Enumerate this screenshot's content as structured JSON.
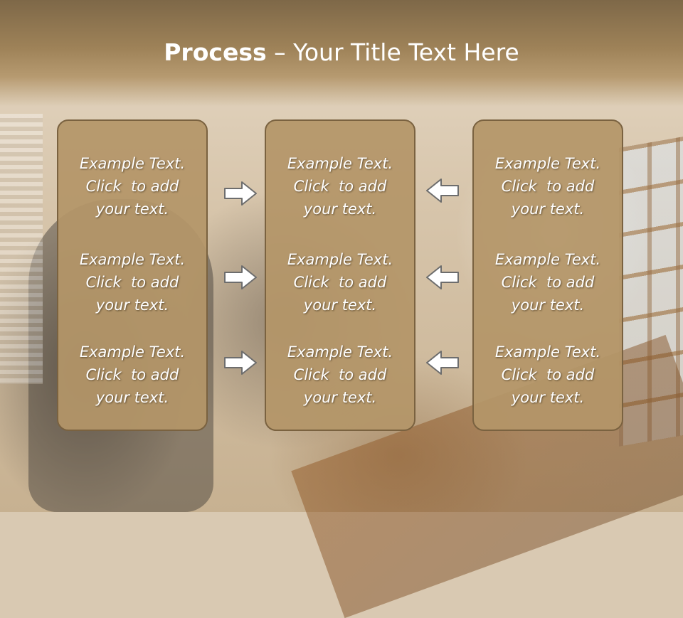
{
  "slide": {
    "title_bold": "Process",
    "title_rest": " – Your Title Text Here"
  },
  "columns": [
    {
      "items": [
        {
          "line1": "Example Text.",
          "line2": "Click  to add",
          "line3": "your text."
        },
        {
          "line1": "Example Text.",
          "line2": "Click  to add",
          "line3": "your text."
        },
        {
          "line1": "Example Text.",
          "line2": "Click  to add",
          "line3": "your text."
        }
      ]
    },
    {
      "items": [
        {
          "line1": "Example Text.",
          "line2": "Click  to add",
          "line3": "your text."
        },
        {
          "line1": "Example Text.",
          "line2": "Click  to add",
          "line3": "your text."
        },
        {
          "line1": "Example Text.",
          "line2": "Click  to add",
          "line3": "your text."
        }
      ]
    },
    {
      "items": [
        {
          "line1": "Example Text.",
          "line2": "Click  to add",
          "line3": "your text."
        },
        {
          "line1": "Example Text.",
          "line2": "Click  to add",
          "line3": "your text."
        },
        {
          "line1": "Example Text.",
          "line2": "Click  to add",
          "line3": "your text."
        }
      ]
    }
  ],
  "arrows": {
    "left_group": "right-arrow-icon",
    "right_group": "left-arrow-icon"
  },
  "colors": {
    "box_fill": "#b4966a",
    "box_border": "#7a6240",
    "title_band": "#9e8258",
    "text": "#ffffff",
    "arrow_fill": "#ffffff",
    "arrow_stroke": "#6d6d6d"
  }
}
